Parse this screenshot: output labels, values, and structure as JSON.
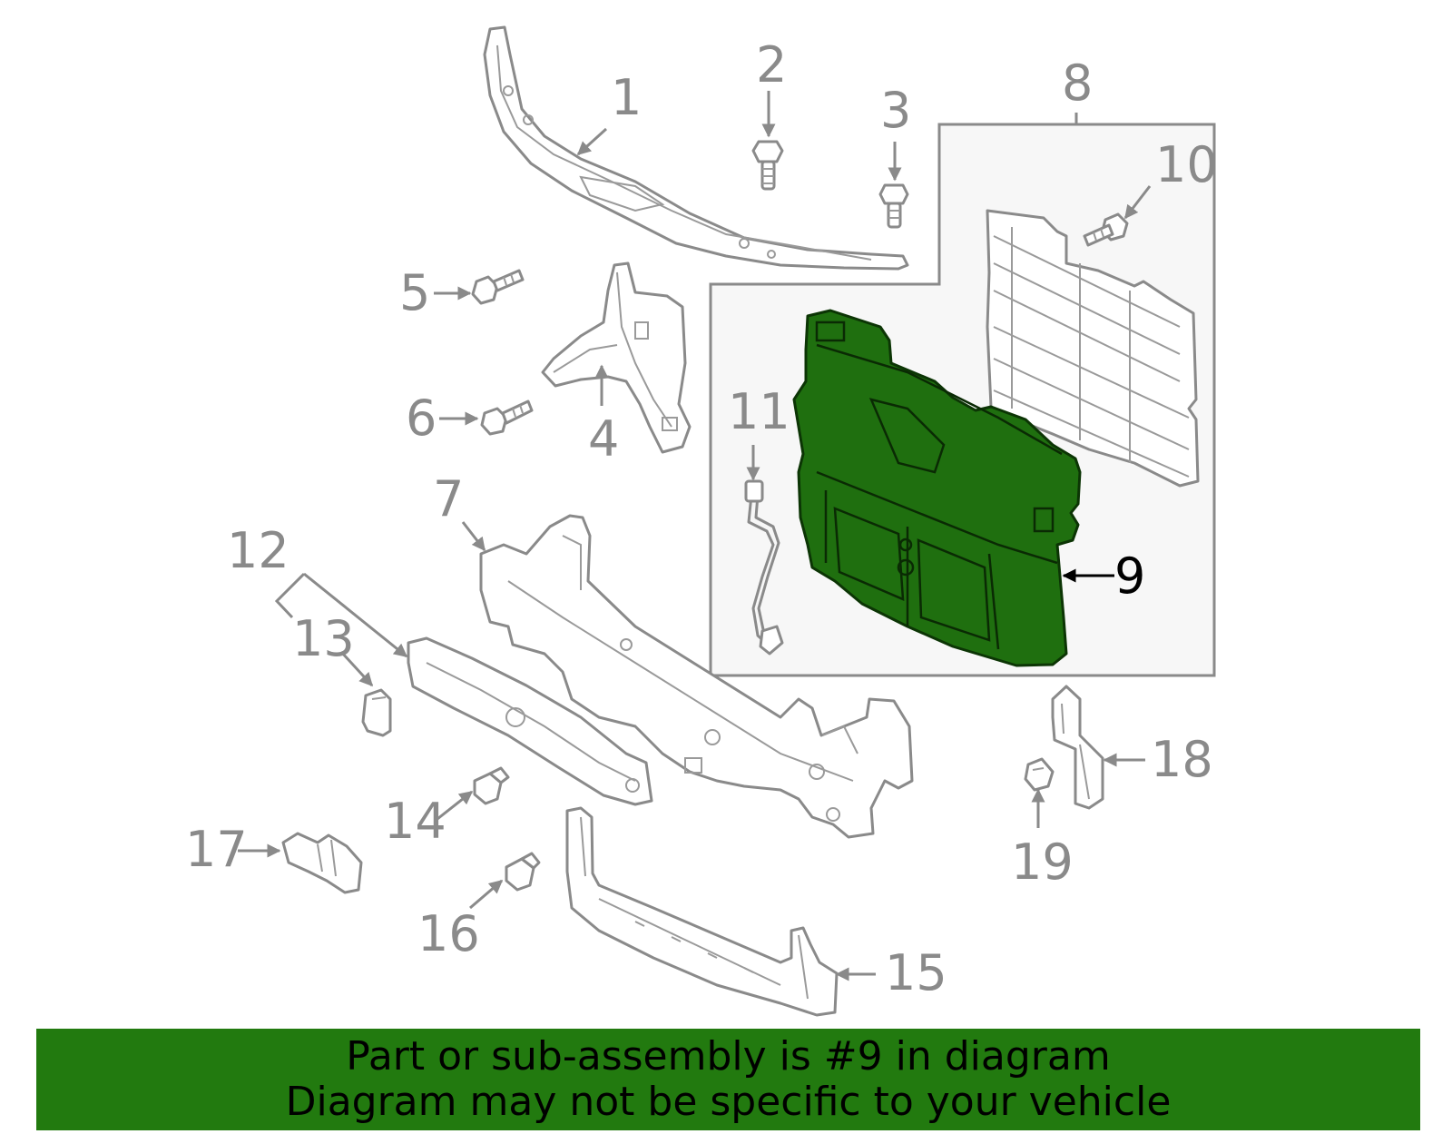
{
  "callouts": [
    "1",
    "2",
    "3",
    "4",
    "5",
    "6",
    "7",
    "8",
    "9",
    "10",
    "11",
    "12",
    "13",
    "14",
    "15",
    "16",
    "17",
    "18",
    "19"
  ],
  "highlight_color": "#227a0f",
  "highlighted_part": "9",
  "banner": {
    "line1": "Part or sub-assembly is #9 in diagram",
    "line2": "Diagram may not be specific to your vehicle"
  }
}
